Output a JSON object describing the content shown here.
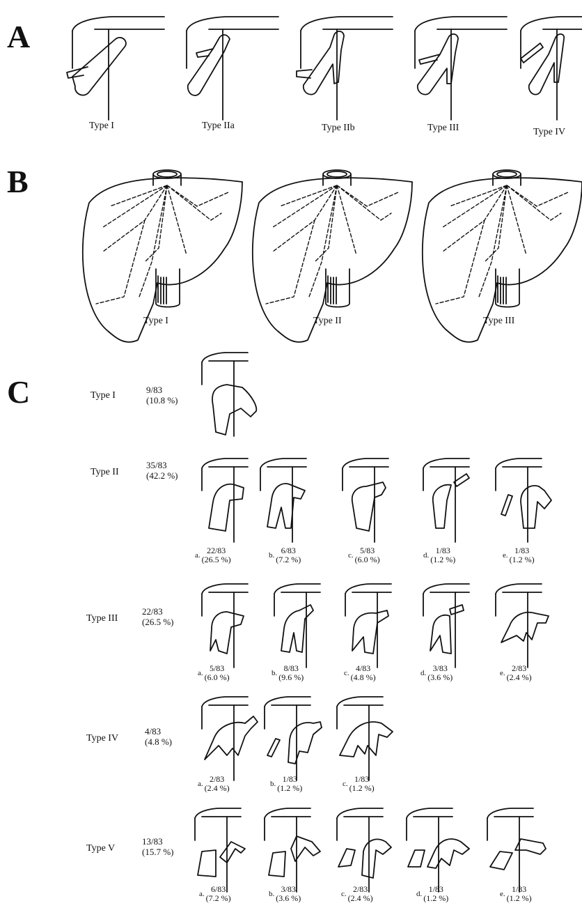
{
  "panels": {
    "a": {
      "letter": "A",
      "types": [
        "Type  I",
        "Type  IIa",
        "Type  IIb",
        "Type  III",
        "Type  IV"
      ]
    },
    "b": {
      "letter": "B",
      "types": [
        "Type  I",
        "Type  II",
        "Type  III"
      ]
    },
    "c": {
      "letter": "C",
      "rows": [
        {
          "label": "Type  I",
          "count": "9/83",
          "percent": "(10.8 %)",
          "variants": []
        },
        {
          "label": "Type  II",
          "count": "35/83",
          "percent": "(42.2 %)",
          "variants": [
            {
              "letter": "a.",
              "count": "22/83",
              "percent": "(26.5 %)"
            },
            {
              "letter": "b.",
              "count": "6/83",
              "percent": "(7.2 %)"
            },
            {
              "letter": "c.",
              "count": "5/83",
              "percent": "(6.0 %)"
            },
            {
              "letter": "d.",
              "count": "1/83",
              "percent": "(1.2 %)"
            },
            {
              "letter": "e.",
              "count": "1/83",
              "percent": "(1.2 %)"
            }
          ]
        },
        {
          "label": "Type  III",
          "count": "22/83",
          "percent": "(26.5 %)",
          "variants": [
            {
              "letter": "a.",
              "count": "5/83",
              "percent": "(6.0 %)"
            },
            {
              "letter": "b.",
              "count": "8/83",
              "percent": "(9.6 %)"
            },
            {
              "letter": "c.",
              "count": "4/83",
              "percent": "(4.8 %)"
            },
            {
              "letter": "d.",
              "count": "3/83",
              "percent": "(3.6 %)"
            },
            {
              "letter": "e.",
              "count": "2/83",
              "percent": "(2.4 %)"
            }
          ]
        },
        {
          "label": "Type  IV",
          "count": "4/83",
          "percent": "(4.8 %)",
          "variants": [
            {
              "letter": "a.",
              "count": "2/83",
              "percent": "(2.4 %)"
            },
            {
              "letter": "b.",
              "count": "1/83",
              "percent": "(1.2 %)"
            },
            {
              "letter": "c.",
              "count": "1/83",
              "percent": "(1.2 %)"
            }
          ]
        },
        {
          "label": "Type  V",
          "count": "13/83",
          "percent": "(15.7 %)",
          "variants": [
            {
              "letter": "a.",
              "count": "6/83",
              "percent": "(7.2 %)"
            },
            {
              "letter": "b.",
              "count": "3/83",
              "percent": "(3.6 %)"
            },
            {
              "letter": "c.",
              "count": "2/83",
              "percent": "(2.4 %)"
            },
            {
              "letter": "d.",
              "count": "1/83",
              "percent": "(1.2 %)"
            },
            {
              "letter": "e.",
              "count": "1/83",
              "percent": "(1.2 %)"
            }
          ]
        }
      ]
    }
  }
}
